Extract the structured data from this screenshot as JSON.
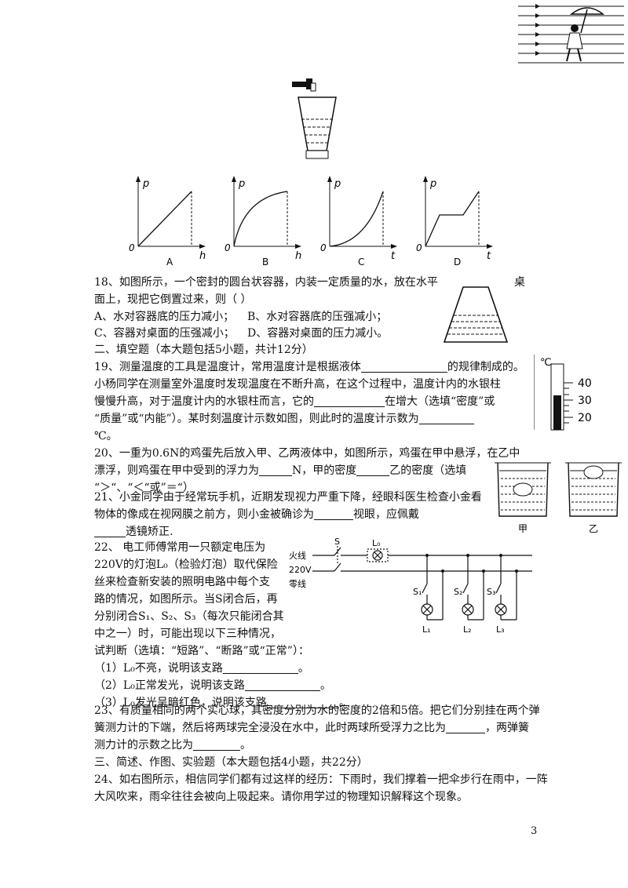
{
  "graphs": [
    {
      "letter": "A",
      "y_axis": "p",
      "x_axis": "h",
      "origin": "0"
    },
    {
      "letter": "B",
      "y_axis": "p",
      "x_axis": "h",
      "origin": "0"
    },
    {
      "letter": "C",
      "y_axis": "p",
      "x_axis": "t",
      "origin": "0"
    },
    {
      "letter": "D",
      "y_axis": "p",
      "x_axis": "t",
      "origin": "0"
    }
  ],
  "q18": {
    "line1": "18、如图所示，一个密封的圆台状容器，内装一定质量的水，放在水平",
    "line1_end": "桌",
    "line2": "面上，现把它倒置过来，则（      ）",
    "optA": "A、水对容器底的压力减小；",
    "optB": "B、水对容器底的压强减小；",
    "optC": "C、容器对桌面的压强减小；",
    "optD": "D、容器对桌面的压力减小。"
  },
  "section2": "二、填空题（本大题包括5小题，共计12分）",
  "q19": {
    "l1a": "19、测量温度的工具是温度计，常用温度计是根据液体",
    "l1b": "的规律制成的。",
    "l2": "小杨同学在测量室外温度时发现温度在不断升高，在这个过程中，温度计内的水银柱",
    "l3a": "慢慢升高，对于温度计内的水银柱而言，它的",
    "l3b": "在增大（选填“密度”或",
    "l4a": "“质量”或“内能”）。某时刻温度计示数如图，则此时的温度计示数为",
    "l5": "℃。"
  },
  "thermometer": {
    "unit": "℃",
    "ticks": [
      "40",
      "30",
      "20"
    ]
  },
  "q20": {
    "l1": "20、一重为0.6N的鸡蛋先后放入甲、乙两液体中，如图所示，鸡蛋在甲中悬浮，在乙中",
    "l2a": "漂浮，则鸡蛋在甲中受到的浮力为",
    "l2b": "N，甲的密度",
    "l2c": "乙的密度（选填",
    "l3": "“＞“、“＜“或”＝“）"
  },
  "beakers": {
    "left": "甲",
    "right": "乙"
  },
  "q21": {
    "l1": "21、小金同学由于经常玩手机，近期发现视力严重下降，经眼科医生检查小金看",
    "l2a": "物体的像成在视网膜之前方，则小金被确诊为",
    "l2b": "视眼，应佩戴",
    "l3": "透镜矫正."
  },
  "q22": {
    "lines": [
      "22、 电工师傅常用一只额定电压为",
      "220V的灯泡L₀（检验灯泡）取代保险",
      "丝来检查新安装的照明电路中每个支",
      "路的情况，如图所示。当S闭合后，再",
      "分别闭合S₁、S₂、S₃（每次只能闭合其",
      "中之一）时，可能出现以下三种情况，",
      "试判断（选填：“短路”、“断路”或“正常”）："
    ],
    "s1": "（1）L₀不亮，说明该支路",
    "s2": "（2）L₀正常发光，说明该支路",
    "s3": "（3）L₀发光呈暗红色，说明该支路",
    "end": "。"
  },
  "circuit": {
    "live": "火线",
    "voltage": "220V",
    "neutral": "零线",
    "switch": "S",
    "tester": "L₀",
    "switches": [
      "S₁",
      "S₂",
      "S₃"
    ],
    "lamps": [
      "L₁",
      "L₂",
      "L₃"
    ]
  },
  "q23": {
    "l1": "23、有质量相同的两个实心球，其密度分别为水的密度的2倍和5倍。把它们分别挂在两个弹",
    "l2a": "簧测力计的下端，然后将两球完全浸没在水中，此时两球所受浮力之比为",
    "l2b": "，两弹簧",
    "l3a": "测力计的示数之比为",
    "l3b": "。"
  },
  "section3": "三、简述、作图、实验题（本大题包括4小题，共22分）",
  "q24": {
    "l1": "24、如右图所示，相信同学们都有过这样的经历：下雨时，我们撑着一把伞步行在雨中，一阵",
    "l2": "大风吹来，雨伞往往会被向上吸起来。请你用学过的物理知识解释这个现象。"
  },
  "page_number": "3"
}
